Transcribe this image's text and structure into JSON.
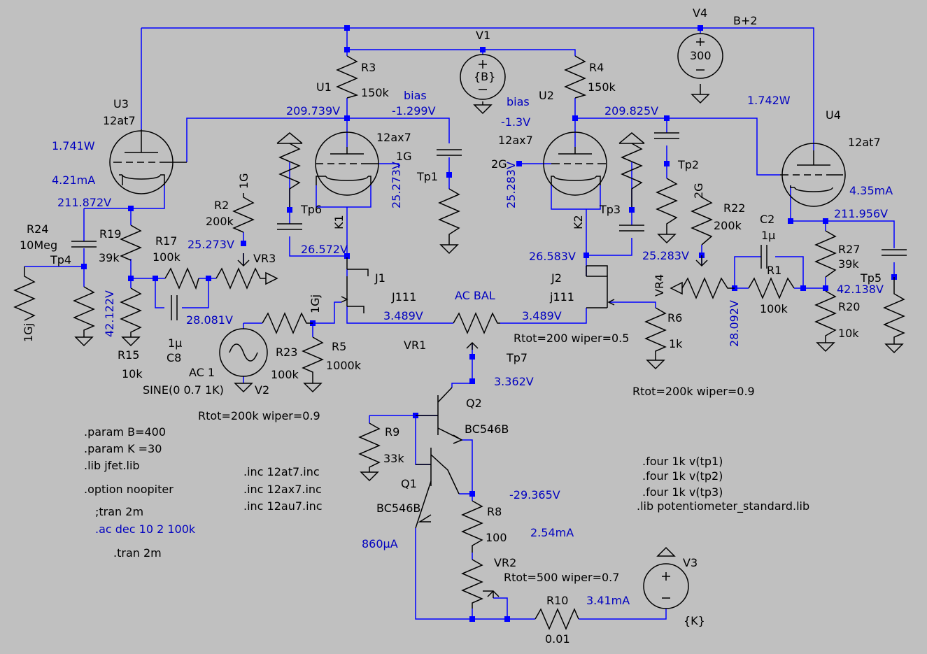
{
  "colors": {
    "background": "#c0c0c0",
    "wire": "#0000ff",
    "component": "#000000",
    "annotation": "#0000c0"
  },
  "labels": {
    "v4": "V4",
    "v4_val": "300",
    "b2": "B+2",
    "v1": "V1",
    "v1_val": "{B}",
    "r3": "R3",
    "r3v": "150k",
    "u1": "U1",
    "r4": "R4",
    "r4v": "150k",
    "u2": "U2",
    "u3": "U3",
    "u3t": "12at7",
    "u4": "U4",
    "u4t": "12at7",
    "u1t": "12ax7",
    "u2t": "12ax7",
    "bias1": "bias",
    "bias1v": "-1.299V",
    "bias2": "bias",
    "bias2v": "-1.3V",
    "n209a": "209.739V",
    "n209b": "209.825V",
    "p1": "1.741W",
    "p2": "1.742W",
    "i1": "4.21mA",
    "i2": "4.35mA",
    "n211a": "211.872V",
    "n211b": "211.956V",
    "g1": "1G",
    "g2": "2G",
    "v25a": "25.273V",
    "v25b": "25.283V",
    "tp1": "Tp1",
    "tp2": "Tp2",
    "tp3": "Tp3",
    "tp4": "Tp4",
    "tp5": "Tp5",
    "tp6": "Tp6",
    "tp7": "Tp7",
    "r24": "R24",
    "r24v": "10Meg",
    "r19": "R19",
    "r19v": "39k",
    "r17": "R17",
    "r17v": "100k",
    "r2": "R2",
    "r2v": "200k",
    "g1b": "1G",
    "v25c": "25.273V",
    "vr3": "VR3",
    "k1": "K1",
    "k2": "K2",
    "n26a": "26.572V",
    "n26b": "26.583V",
    "j1": "J1",
    "j2": "J2",
    "j111a": "J111",
    "j111b": "j111",
    "acbal": "AC BAL",
    "e3a": "3.489V",
    "e3b": "3.489V",
    "vr1": "VR1",
    "rtot1": "Rtot=200 wiper=0.5",
    "gj1": "1Gj",
    "gj2": "1Gj",
    "v42a": "42.122V",
    "v28a": "28.081V",
    "r15": "R15",
    "r15v": "10k",
    "c8": "C8",
    "c8v": "1µ",
    "ac1": "AC 1",
    "sine": "SINE(0 0.7 1K)",
    "v2": "V2",
    "r23": "R23",
    "r23v": "100k",
    "r5": "R5",
    "r5v": "1000k",
    "rtot2": "Rtot=200k wiper=0.9",
    "r22": "R22",
    "r22v": "200k",
    "g2b": "2G",
    "v25d": "25.283V",
    "vr4": "VR4",
    "c2": "C2",
    "c2v": "1µ",
    "r1": "R1",
    "r1v": "100k",
    "r27": "R27",
    "r27v": "39k",
    "v42b": "42.138V",
    "r20": "R20",
    "r20v": "10k",
    "v28b": "28.092V",
    "r6": "R6",
    "r6v": "1k",
    "rtot3": "Rtot=200k wiper=0.9",
    "v3362": "3.362V",
    "q2": "Q2",
    "q2t": "BC546B",
    "r9": "R9",
    "r9v": "33k",
    "q1": "Q1",
    "q1t": "BC546B",
    "v29": "-29.365V",
    "r8": "R8",
    "r8v": "100",
    "i254": "2.54mA",
    "i860": "860µA",
    "vr2": "VR2",
    "rtot4": "Rtot=500 wiper=0.7",
    "r10": "R10",
    "r10v": "0.01",
    "i341": "3.41mA",
    "v3": "V3",
    "v3v": "{K}"
  },
  "directives": {
    "param_b": ".param B=400",
    "param_k": ".param K =30",
    "lib_jfet": ".lib jfet.lib",
    "option": ".option noopiter",
    "tran_c": ";tran 2m",
    "ac": ".ac dec 10 2 100k",
    "tran": ".tran 2m",
    "inc1": ".inc 12at7.inc",
    "inc2": ".inc 12ax7.inc",
    "inc3": ".inc 12au7.inc",
    "four1": ".four 1k v(tp1)",
    "four2": ".four 1k v(tp2)",
    "four3": ".four 1k v(tp3)",
    "lib_pot": ".lib potentiometer_standard.lib"
  }
}
